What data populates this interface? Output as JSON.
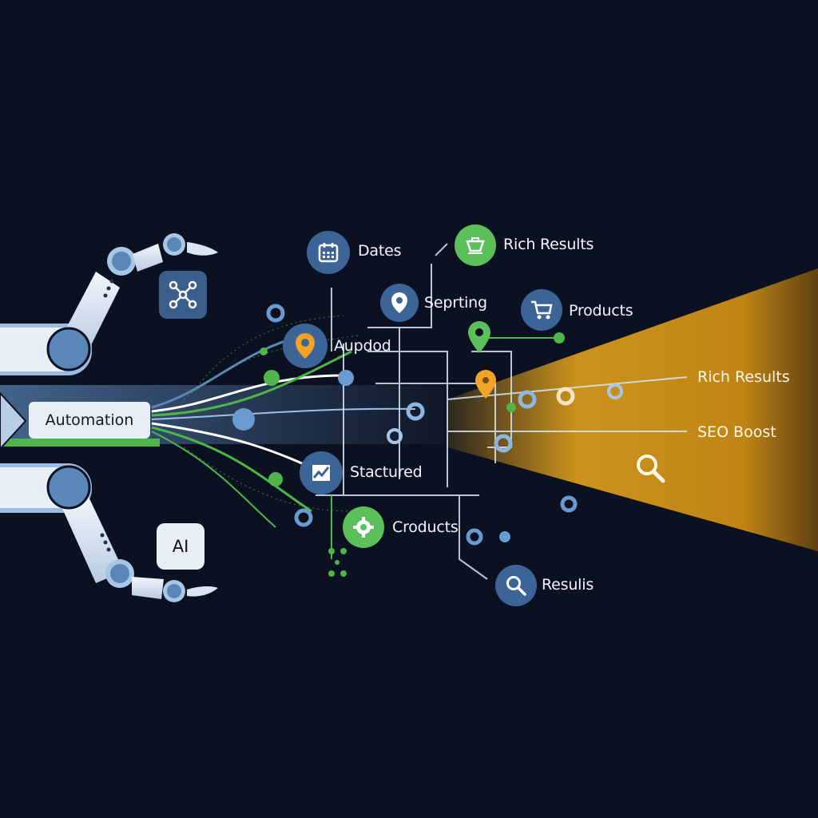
{
  "theme": {
    "background": "#0b1120",
    "accent_blue": "#3d6496",
    "accent_green": "#5cc05a",
    "accent_orange": "#e5a21a",
    "light_panel": "#e6eef6"
  },
  "left_panel": {
    "input_label": "Automation",
    "ai_tile_label": "AI",
    "icons": [
      "robot-arm-top",
      "network-nodes-icon",
      "robot-arm-bottom",
      "ai-chip-icon"
    ]
  },
  "nodes": [
    {
      "id": "dates",
      "label": "Dates",
      "icon": "calendar-icon",
      "color": "blue"
    },
    {
      "id": "rich-results-top",
      "label": "Rich Results",
      "icon": "shopping-basket-icon",
      "color": "green"
    },
    {
      "id": "seprting",
      "label": "Seprting",
      "icon": "location-pin-icon",
      "color": "blue"
    },
    {
      "id": "products-top",
      "label": "Products",
      "icon": "shopping-cart-icon",
      "color": "blue"
    },
    {
      "id": "aupdod",
      "label": "Aupdod",
      "icon": "location-pin-orange-icon",
      "color": "blue"
    },
    {
      "id": "stactured",
      "label": "Stactured",
      "icon": "chart-trend-icon",
      "color": "blue"
    },
    {
      "id": "croducts",
      "label": "Croducts",
      "icon": "gear-icon",
      "color": "green"
    },
    {
      "id": "resulis",
      "label": "Resulis",
      "icon": "search-icon",
      "color": "blue"
    }
  ],
  "output_beam": {
    "labels": [
      "Rich Results",
      "SEO Boost"
    ],
    "icon": "search-icon"
  }
}
